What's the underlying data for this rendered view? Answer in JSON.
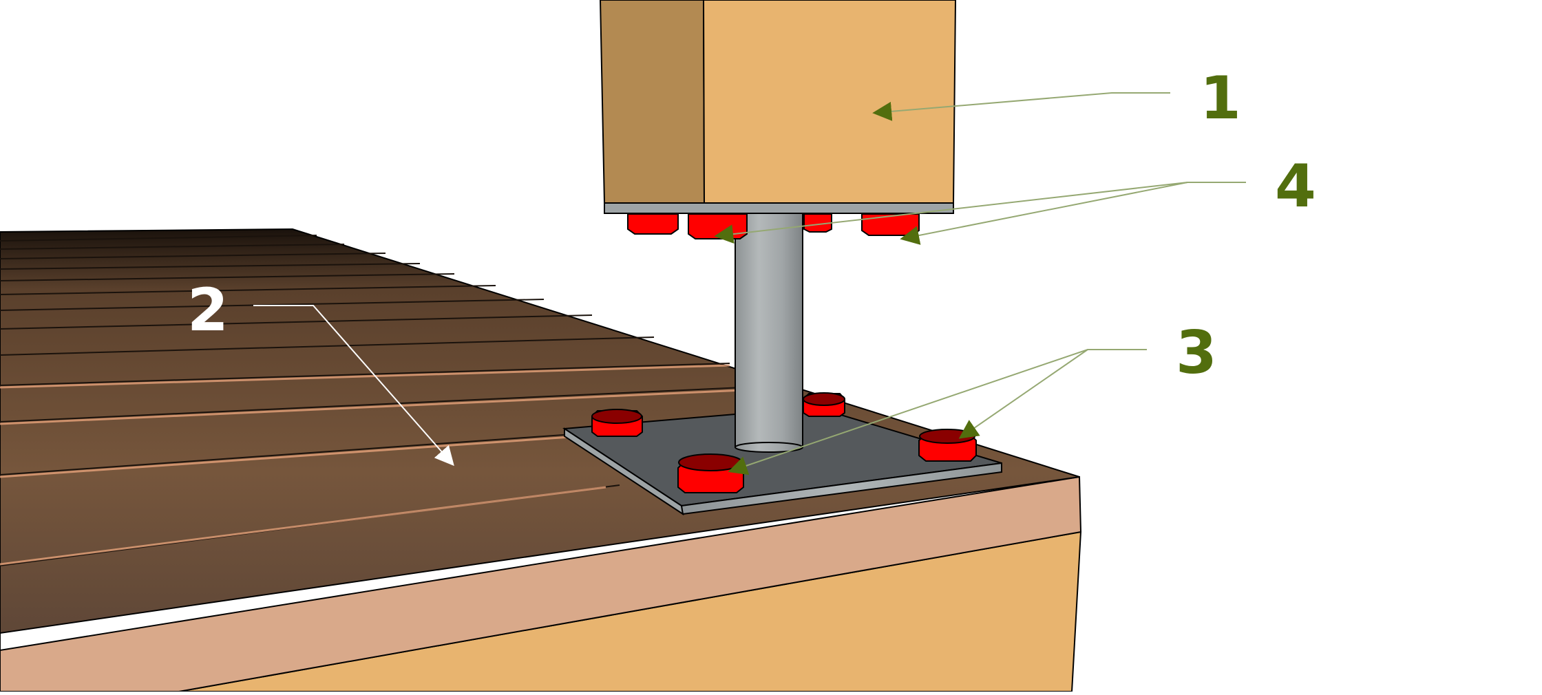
{
  "diagram": {
    "type": "3d-illustration",
    "subject": "post base anchor on deck edge",
    "background_color": "#ffffff",
    "colors": {
      "post_front": "#e8b46f",
      "post_side": "#b38a52",
      "deck_board": "#6e5038",
      "deck_board_highlight": "#e6a27a",
      "deck_fascia": "#d9a98a",
      "beam": "#e8b46f",
      "plate": "#55595c",
      "plate_edge": "#9ea4a6",
      "tube": "#a3a8aa",
      "nut": "#ff0000",
      "nut_shadow": "#c80000",
      "nut_top": "#8a0000",
      "callout_green": "#526e0e",
      "callout_line_green": "#95a872",
      "callout_white": "#ffffff"
    },
    "callouts": [
      {
        "id": "1",
        "label": "1",
        "target": "wooden post",
        "color": "#526e0e"
      },
      {
        "id": "2",
        "label": "2",
        "target": "deck boards",
        "color": "#ffffff"
      },
      {
        "id": "3",
        "label": "3",
        "target": "anchor bolts on base plate",
        "color": "#526e0e"
      },
      {
        "id": "4",
        "label": "4",
        "target": "screws under top plate",
        "color": "#526e0e"
      }
    ]
  }
}
